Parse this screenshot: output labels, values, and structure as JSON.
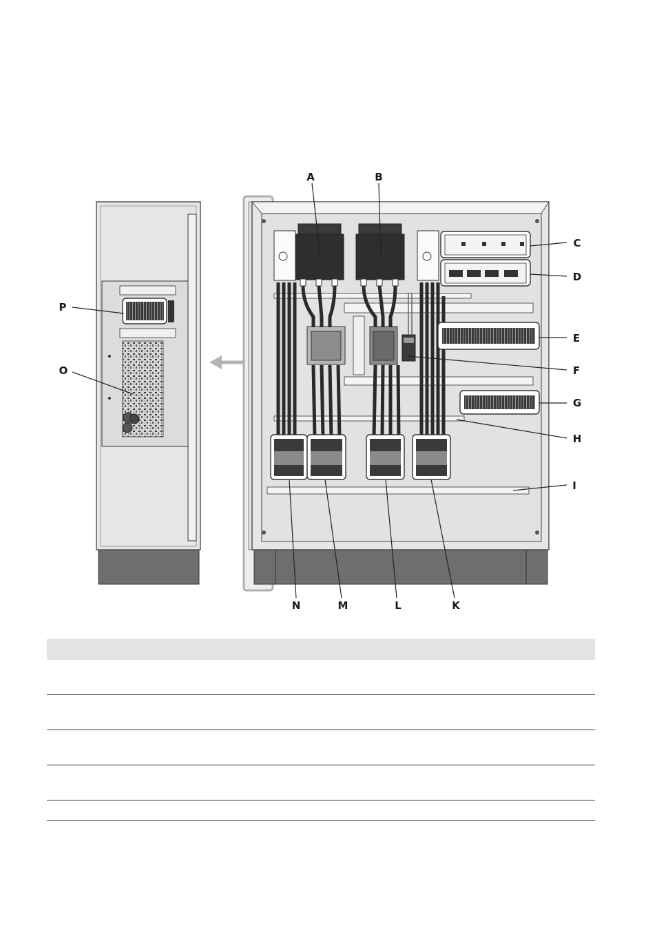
{
  "diagram": {
    "callouts": {
      "A": "A",
      "B": "B",
      "C": "C",
      "D": "D",
      "E": "E",
      "F": "F",
      "G": "G",
      "H": "H",
      "I": "I",
      "K": "K",
      "L": "L",
      "M": "M",
      "N": "N",
      "O": "O",
      "P": "P"
    },
    "icons": {
      "arrow": "arrow-left-icon"
    },
    "colors": {
      "cabinet_fill": "#e6e6e6",
      "cabinet_stroke": "#333333",
      "dark_component": "#2e2e2e",
      "plinth": "#6e6e6e",
      "highlight_frame": "#b0b0b0",
      "arrow": "#b4b4b4"
    }
  },
  "table": {
    "header": "",
    "rows": [
      "",
      "",
      "",
      "",
      ""
    ]
  }
}
